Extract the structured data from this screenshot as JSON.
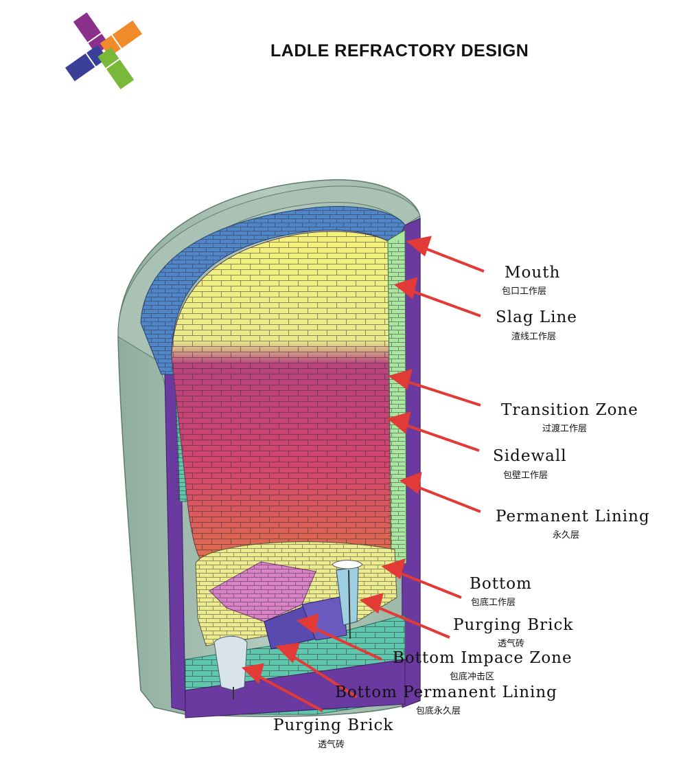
{
  "title": "LADLE REFRACTORY DESIGN",
  "colors": {
    "shell": "#9db8a8",
    "mouth": "#4f86c8",
    "slag_line": "#f1f17a",
    "sidewall": "#cc4a7a",
    "permanent": "#6a3aa0",
    "bottom": "#e9ea8e",
    "impact": "#d983c6",
    "arrow": "#e23a36",
    "teal": "#4fc4a8"
  },
  "labels": [
    {
      "id": "mouth",
      "en": "Mouth",
      "zh": "包口工作层"
    },
    {
      "id": "slag-line",
      "en": "Slag Line",
      "zh": "渣线工作层"
    },
    {
      "id": "transition-zone",
      "en": "Transition Zone",
      "zh": "过渡工作层"
    },
    {
      "id": "sidewall",
      "en": "Sidewall",
      "zh": "包壁工作层"
    },
    {
      "id": "permanent-lining",
      "en": "Permanent Lining",
      "zh": "永久层"
    },
    {
      "id": "bottom",
      "en": "Bottom",
      "zh": "包底工作层"
    },
    {
      "id": "purging-brick-1",
      "en": "Purging Brick",
      "zh": "透气砖"
    },
    {
      "id": "bottom-impact-zone",
      "en": "Bottom Impace Zone",
      "zh": "包底冲击区"
    },
    {
      "id": "bottom-permanent-lining",
      "en": "Bottom Permanent Lining",
      "zh": "包底永久层"
    },
    {
      "id": "purging-brick-2",
      "en": "Purging Brick",
      "zh": "透气砖"
    }
  ]
}
